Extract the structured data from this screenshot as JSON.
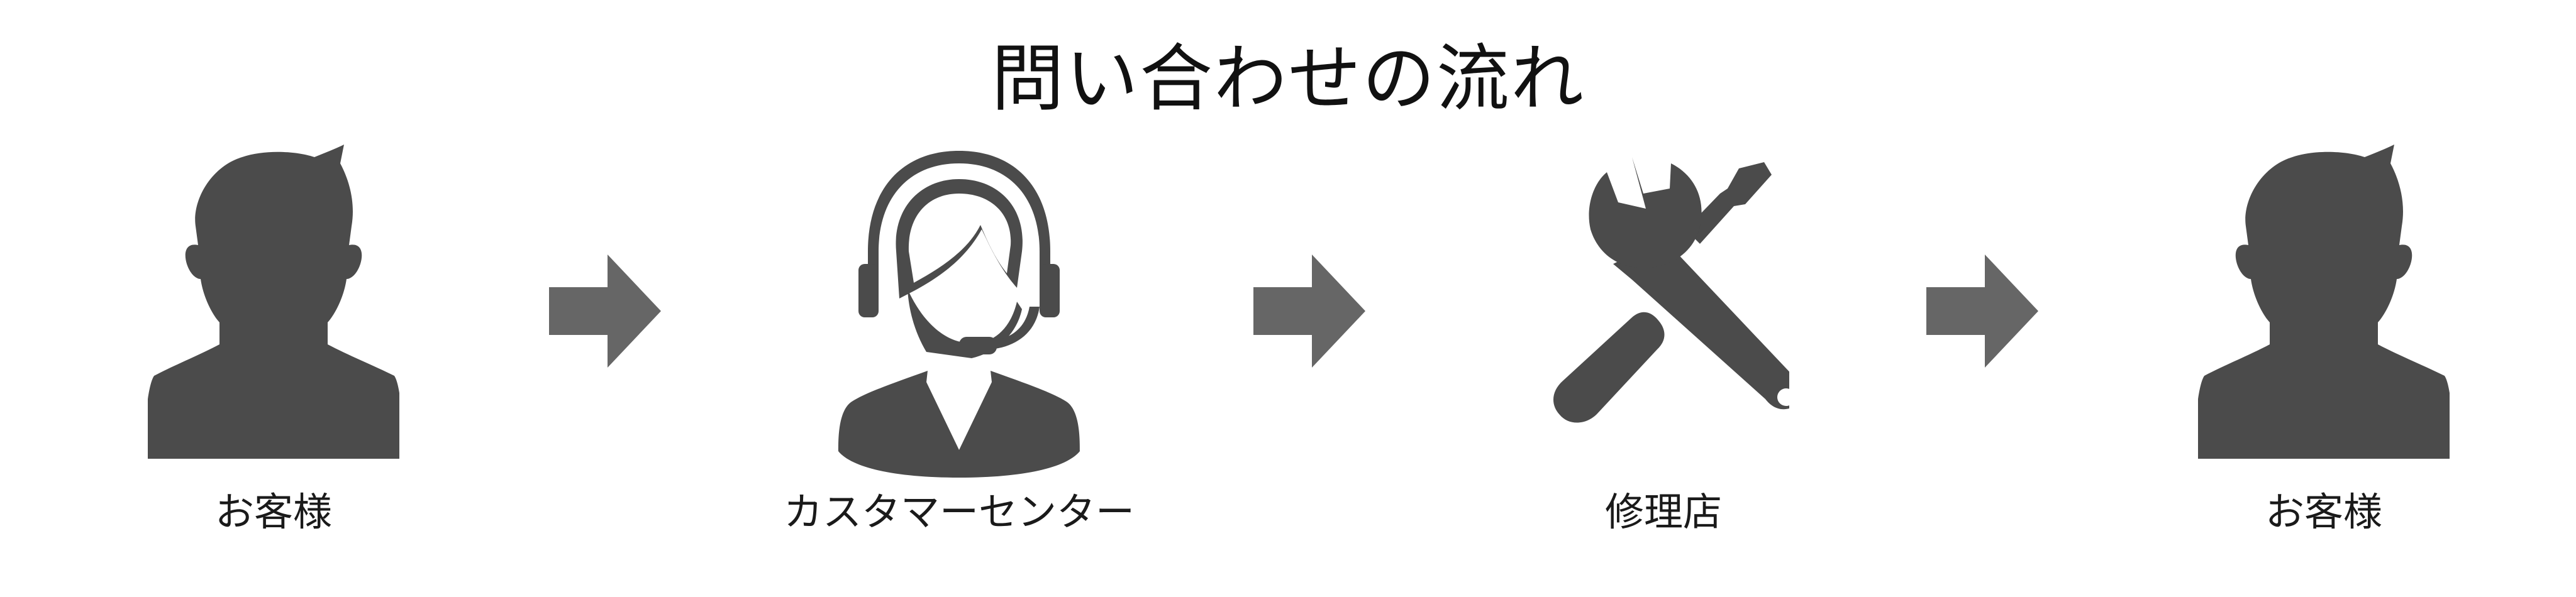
{
  "diagram": {
    "title": "問い合わせの流れ",
    "icon_color": "#4b4b4b",
    "arrow_color": "#666666",
    "steps": [
      {
        "label": "お客様",
        "icon": "person-icon"
      },
      {
        "label": "カスタマーセンター",
        "icon": "headset-operator-icon"
      },
      {
        "label": "修理店",
        "icon": "wrench-screwdriver-icon"
      },
      {
        "label": "お客様",
        "icon": "person-icon"
      }
    ],
    "connectors": [
      "arrow-right-icon",
      "arrow-right-icon",
      "arrow-right-icon"
    ]
  }
}
